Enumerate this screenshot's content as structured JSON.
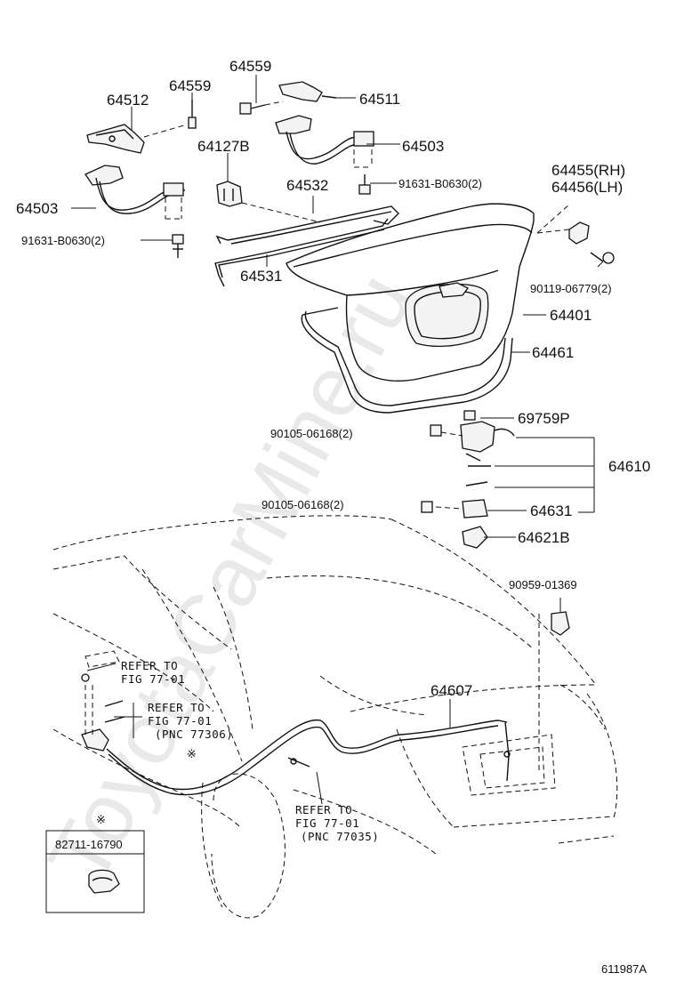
{
  "watermark": "ToyotaCarMine.ru",
  "figure_code": "611987A",
  "part_labels": {
    "p64559a": "64559",
    "p64511": "64511",
    "p64512": "64512",
    "p64559b": "64559",
    "p64127b": "64127B",
    "p64503a": "64503",
    "p64532": "64532",
    "p91631a": "91631-B0630(2)",
    "p64455": "64455(RH)",
    "p64456": "64456(LH)",
    "p64503b": "64503",
    "p91631b": "91631-B0630(2)",
    "p64531": "64531",
    "p90119": "90119-06779(2)",
    "p64401": "64401",
    "p64461": "64461",
    "p69759p": "69759P",
    "p90105a": "90105-06168(2)",
    "p64610": "64610",
    "p90105b": "90105-06168(2)",
    "p64631": "64631",
    "p64621b": "64621B",
    "p90959": "90959-01369",
    "p64607": "64607",
    "p82711": "82711-16790"
  },
  "references": {
    "ref1_line1": "REFER TO",
    "ref1_line2": "FIG 77-01",
    "ref2_line1": "REFER TO",
    "ref2_line2": "FIG 77-01",
    "ref2_line3": "(PNC 77306)",
    "ref3_line1": "REFER TO",
    "ref3_line2": "FIG 77-01",
    "ref3_line3": "(PNC 77035)",
    "note_mark": "※"
  }
}
